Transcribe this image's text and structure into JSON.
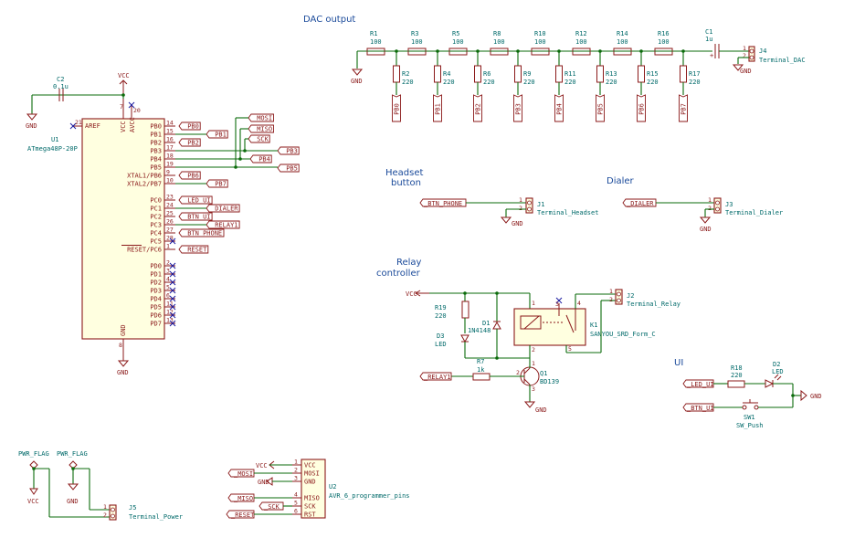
{
  "headings": {
    "dac_output": "DAC output",
    "headset_1": "Headset",
    "headset_2": "button",
    "dialer": "Dialer",
    "relay_1": "Relay",
    "relay_2": "controller",
    "ui": "UI"
  },
  "mcu": {
    "ref": "U1",
    "value": "ATmega48P-20P",
    "left_pin": {
      "num": "21",
      "name": "AREF"
    },
    "top_pins": [
      {
        "num": "7",
        "name": "VCC"
      },
      {
        "num": "20",
        "name": "AVCC"
      }
    ],
    "bottom_pin": {
      "num": "8",
      "name": "GND"
    },
    "right_pins": [
      {
        "num": "14",
        "name": "PB0"
      },
      {
        "num": "15",
        "name": "PB1"
      },
      {
        "num": "16",
        "name": "PB2"
      },
      {
        "num": "17",
        "name": "PB3"
      },
      {
        "num": "18",
        "name": "PB4"
      },
      {
        "num": "19",
        "name": "PB5"
      },
      {
        "num": "9",
        "name": "XTAL1/PB6"
      },
      {
        "num": "10",
        "name": "XTAL2/PB7"
      },
      {
        "num": "23",
        "name": "PC0"
      },
      {
        "num": "24",
        "name": "PC1"
      },
      {
        "num": "25",
        "name": "PC2"
      },
      {
        "num": "26",
        "name": "PC3"
      },
      {
        "num": "27",
        "name": "PC4"
      },
      {
        "num": "28",
        "name": "PC5"
      },
      {
        "num": "1",
        "name": "RESET/PC6"
      },
      {
        "num": "2",
        "name": "PD0"
      },
      {
        "num": "3",
        "name": "PD1"
      },
      {
        "num": "4",
        "name": "PD2"
      },
      {
        "num": "5",
        "name": "PD3"
      },
      {
        "num": "6",
        "name": "PD4"
      },
      {
        "num": "11",
        "name": "PD5"
      },
      {
        "num": "12",
        "name": "PD6"
      },
      {
        "num": "13",
        "name": "PD7"
      }
    ],
    "net_labels": [
      "_PB0",
      "_PB1",
      "_PB2",
      "_MOSI",
      "_MISO",
      "_SCK",
      "_PB3",
      "_PB4",
      "_PB5",
      "_PB6",
      "_PB7",
      "_LED_UI",
      "_DIALER",
      "_BTN_UI",
      "_RELAY1",
      "_BTN_PHONE",
      "_RESET"
    ]
  },
  "decoupling": {
    "ref": "C2",
    "value": "0.1u",
    "vcc": "VCC",
    "gnd": "GND"
  },
  "dac": {
    "series": [
      {
        "ref": "R1",
        "value": "100"
      },
      {
        "ref": "R3",
        "value": "100"
      },
      {
        "ref": "R5",
        "value": "100"
      },
      {
        "ref": "R8",
        "value": "100"
      },
      {
        "ref": "R10",
        "value": "100"
      },
      {
        "ref": "R12",
        "value": "100"
      },
      {
        "ref": "R14",
        "value": "100"
      },
      {
        "ref": "R16",
        "value": "100"
      }
    ],
    "shunt": [
      {
        "ref": "R2",
        "value": "220",
        "net": "_PB0"
      },
      {
        "ref": "R4",
        "value": "220",
        "net": "_PB1"
      },
      {
        "ref": "R6",
        "value": "220",
        "net": "_PB2"
      },
      {
        "ref": "R9",
        "value": "220",
        "net": "_PB3"
      },
      {
        "ref": "R11",
        "value": "220",
        "net": "_PB4"
      },
      {
        "ref": "R13",
        "value": "220",
        "net": "_PB5"
      },
      {
        "ref": "R15",
        "value": "220",
        "net": "_PB6"
      },
      {
        "ref": "R17",
        "value": "220",
        "net": "_PB7"
      }
    ],
    "cap": {
      "ref": "C1",
      "value": "1u"
    },
    "terminal": {
      "ref": "J4",
      "value": "Terminal_DAC",
      "pins": [
        "1",
        "2"
      ]
    },
    "gnd": "GND"
  },
  "headset": {
    "net": "_BTN_PHONE",
    "ref": "J1",
    "value": "Terminal_Headset",
    "pins": [
      "1",
      "2"
    ],
    "gnd": "GND"
  },
  "dialer": {
    "net": "_DIALER",
    "ref": "J3",
    "value": "Terminal_Dialer",
    "pins": [
      "1",
      "2"
    ],
    "gnd": "GND"
  },
  "relay": {
    "vcc": "VCC",
    "r19": {
      "ref": "R19",
      "value": "220"
    },
    "d1": {
      "ref": "D1",
      "value": "1N4148"
    },
    "d3": {
      "ref": "D3",
      "value": "LED"
    },
    "k1": {
      "ref": "K1",
      "value": "SANYOU_SRD_Form_C",
      "pins": [
        "1",
        "2",
        "3",
        "4",
        "5"
      ]
    },
    "j2": {
      "ref": "J2",
      "value": "Terminal_Relay",
      "pins": [
        "1",
        "2"
      ]
    },
    "r7": {
      "ref": "R7",
      "value": "1k"
    },
    "q1": {
      "ref": "Q1",
      "value": "BD139",
      "pins": [
        "1",
        "2",
        "3"
      ]
    },
    "net": "_RELAY1",
    "gnd": "GND"
  },
  "ui_block": {
    "r18": {
      "ref": "R18",
      "value": "220"
    },
    "d2": {
      "ref": "D2",
      "value": "LED"
    },
    "sw1": {
      "ref": "SW1",
      "value": "SW_Push"
    },
    "net_led": "_LED_UI",
    "net_btn": "_BTN_UI",
    "gnd": "GND"
  },
  "power": {
    "flag1": "PWR_FLAG",
    "flag2": "PWR_FLAG",
    "vcc": "VCC",
    "gnd": "GND",
    "j5": {
      "ref": "J5",
      "value": "Terminal_Power",
      "pins": [
        "1",
        "2"
      ]
    }
  },
  "isp": {
    "ref": "U2",
    "value": "AVR_6_programmer_pins",
    "pins": [
      {
        "num": "1",
        "name": "VCC"
      },
      {
        "num": "2",
        "name": "MOSI"
      },
      {
        "num": "3",
        "name": "GND"
      },
      {
        "num": "4",
        "name": "MISO"
      },
      {
        "num": "5",
        "name": "SCK"
      },
      {
        "num": "6",
        "name": "RST"
      }
    ],
    "nets": {
      "vcc": "VCC",
      "mosi": "_MOSI",
      "gnd": "GND",
      "miso": "_MISO",
      "sck": "_SCK",
      "rst": "_RESET"
    }
  }
}
